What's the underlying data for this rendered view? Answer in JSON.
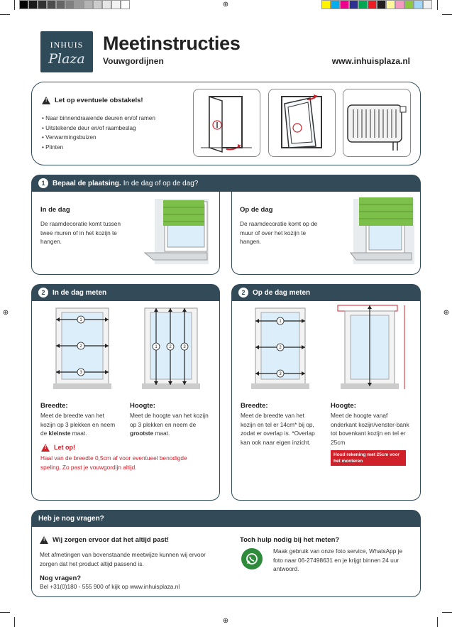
{
  "header": {
    "logo_line1": "INHUIS",
    "logo_line2": "Plaza",
    "title": "Meetinstructies",
    "subtitle": "Vouwgordijnen",
    "url": "www.inhuisplaza.nl"
  },
  "obstacles": {
    "title": "Let op eventuele obstakels!",
    "items": [
      "Naar binnendraaiende deuren en/of ramen",
      "Uitstekende deur en/of raambeslag",
      "Verwarmingsbuizen",
      "Plinten"
    ]
  },
  "step1": {
    "number": "1",
    "title": "Bepaal de plaatsing.",
    "title_rest": "In de dag of op de dag?",
    "in_title": "In de dag",
    "in_text": "De raamdecoratie komt tussen twee muren of in het kozijn te hangen.",
    "op_title": "Op de dag",
    "op_text": "De raamdecoratie komt op de muur of over het kozijn te hangen."
  },
  "step2a": {
    "number": "2",
    "title": "In de dag meten",
    "breedte_title": "Breedte:",
    "breedte_text_pre": "Meet de breedte van het kozijn op 3 plekken en neem de",
    "breedte_bold": "kleinste",
    "breedte_text_post": "maat.",
    "hoogte_title": "Hoogte:",
    "hoogte_text_pre": "Meet de hoogte van het kozijn op 3 plekken en neem de",
    "hoogte_bold": "grootste",
    "hoogte_text_post": "maat.",
    "warn_title": "Let op!",
    "warn_text": "Haal van de breedte 0,5cm af voor eventueel benodigde speling. Zo past je vouwgordijn altijd.",
    "markers": [
      "1",
      "2",
      "3"
    ]
  },
  "step2b": {
    "number": "2",
    "title": "Op de dag meten",
    "breedte_title": "Breedte:",
    "breedte_text": "Meet de breedte van het kozijn en tel er 14cm* bij op, zodat er overlap is. *Overlap kan ook naar eigen inzicht.",
    "hoogte_title": "Hoogte:",
    "hoogte_text": "Meet de hoogte vanaf onderkant kozijn/venster-bank tot bovenkant kozijn en tel er 25cm",
    "hoogte_note": "Houd rekening met 25cm voor het monteren"
  },
  "questions": {
    "header": "Heb je nog vragen?",
    "left_title": "Wij zorgen ervoor dat het altijd past!",
    "left_text": "Met afmetingen van bovenstaande meetwijze kunnen wij ervoor zorgen dat het product altijd passend is.",
    "nog_title": "Nog vragen?",
    "nog_text": "Bel +31(0)180 - 555 900 of kijk op www.inhuisplaza.nl",
    "right_title": "Toch hulp nodig bij het meten?",
    "right_text": "Maak gebruik van onze foto service, WhatsApp je foto naar 06-27498631 en je krijgt binnen 24 uur antwoord."
  },
  "colors": {
    "dark_teal": "#334a58",
    "green_blind": "#7cc04a",
    "red": "#d0202a",
    "whatsapp": "#2e8b3c"
  },
  "grayscale_bar": [
    "#000000",
    "#1a1a1a",
    "#333333",
    "#4d4d4d",
    "#666666",
    "#808080",
    "#999999",
    "#b3b3b3",
    "#cccccc",
    "#e6e6e6",
    "#f2f2f2",
    "#ffffff"
  ],
  "color_bar": [
    "#fff200",
    "#00aeef",
    "#ec008c",
    "#2e3192",
    "#00a651",
    "#ed1c24",
    "#231f20",
    "#fff799",
    "#f49ac1",
    "#8dc63f",
    "#a3d5f7",
    "#f0f0f0"
  ]
}
